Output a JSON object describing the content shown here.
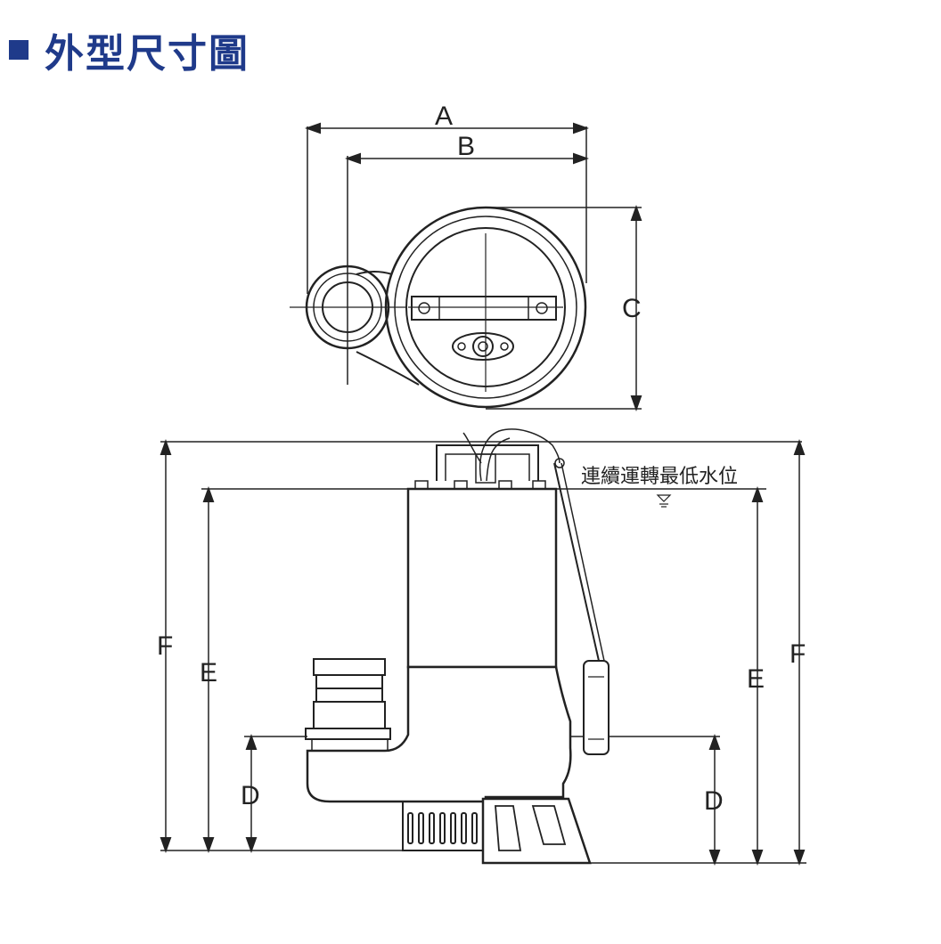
{
  "header": {
    "title": "外型尺寸圖"
  },
  "colors": {
    "accent": "#1f3a8a",
    "line": "#222222",
    "body_fill": "#ffffff"
  },
  "dimensions": {
    "A": "A",
    "B": "B",
    "C": "C",
    "D": "D",
    "E": "E",
    "F": "F"
  },
  "note": {
    "text": "連續運轉最低水位"
  }
}
